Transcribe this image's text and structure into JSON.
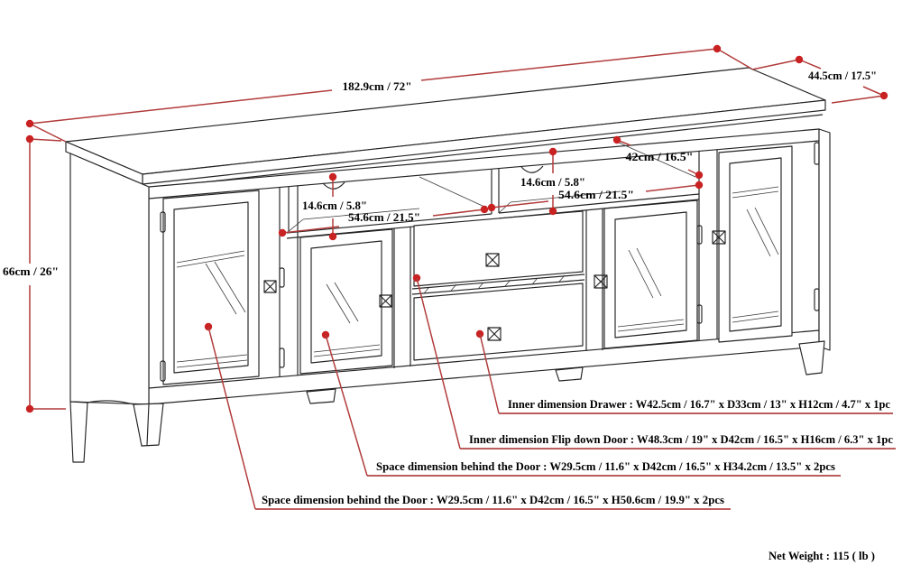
{
  "diagram_title": "tv-stand-dimension-diagram",
  "dim": {
    "length": "182.9cm / 72\"",
    "depth": "44.5cm / 17.5\"",
    "height": "66cm / 26\"",
    "shelf_h_left": "14.6cm / 5.8\"",
    "shelf_w_left": "54.6cm / 21.5\"",
    "shelf_h_right": "14.6cm / 5.8\"",
    "shelf_w_right": "54.6cm / 21.5\"",
    "shelf_depth": "42cm / 16.5\""
  },
  "notes": {
    "drawer": "Inner dimension Drawer : W42.5cm / 16.7\" x D33cm / 13\" x H12cm / 4.7\" x 1pc",
    "flip": "Inner dimension Flip down Door : W48.3cm / 19\" x D42cm / 16.5\" x H16cm / 6.3\" x 1pc",
    "space_inner": "Space dimension behind the Door : W29.5cm / 11.6\" x D42cm / 16.5\" x H34.2cm / 13.5\" x 2pcs",
    "space_outer": "Space dimension behind the Door : W29.5cm / 11.6\" x D42cm / 16.5\" x H50.6cm / 19.9\" x 2pcs"
  },
  "footer": {
    "net_weight": "Net Weight : 115 ( lb )"
  },
  "colors": {
    "outline": "#232323",
    "dimension_line": "#b23c3c",
    "dot": "#c92222",
    "background": "#ffffff"
  }
}
